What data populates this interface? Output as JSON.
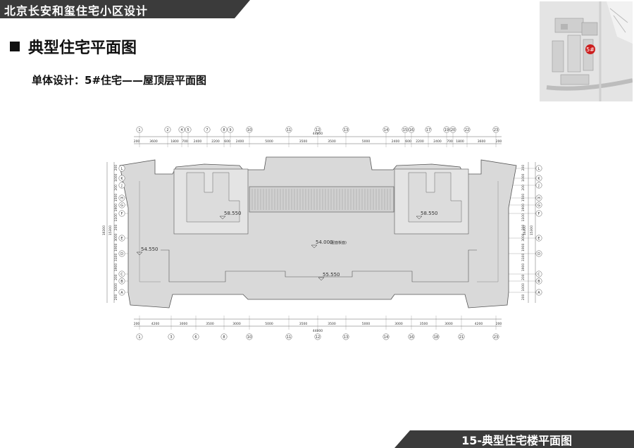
{
  "header": {
    "project_title": "北京长安和玺住宅小区设计"
  },
  "section": {
    "title": "典型住宅平面图"
  },
  "subtitle": "单体设计：5#住宅——屋顶层平面图",
  "keyplan": {
    "marker_label": "5#",
    "marker_color": "#cc1f1f"
  },
  "plan": {
    "axes_top": [
      "1",
      "2",
      "4",
      "5",
      "7",
      "8",
      "9",
      "10",
      "11",
      "12",
      "13",
      "14",
      "15",
      "16",
      "17",
      "19",
      "20",
      "22",
      "23"
    ],
    "axes_bottom": [
      "1",
      "3",
      "6",
      "8",
      "10",
      "11",
      "12",
      "13",
      "14",
      "16",
      "18",
      "21",
      "23"
    ],
    "axes_side": [
      "L",
      "K",
      "J",
      "H",
      "G",
      "F",
      "E",
      "D",
      "C",
      "B",
      "A"
    ],
    "dims_top": [
      "200",
      "3600",
      "1800",
      "700",
      "2400",
      "2200",
      "600",
      "2400",
      "5000",
      "3500",
      "3500",
      "5000",
      "2400",
      "600",
      "2200",
      "2400",
      "700",
      "1800",
      "3600",
      "200"
    ],
    "dims_bottom": [
      "200",
      "4200",
      "3000",
      "3500",
      "3000",
      "5000",
      "3500",
      "3500",
      "5000",
      "3000",
      "3500",
      "3000",
      "4200",
      "200"
    ],
    "overall_width": "44800",
    "side_dims_left": [
      "200",
      "1000",
      "200",
      "1500",
      "1900",
      "1100",
      "200",
      "3000",
      "1900",
      "3100",
      "1900",
      "200",
      "1000",
      "200"
    ],
    "side_dims_right": [
      "200",
      "1000",
      "200",
      "1500",
      "1900",
      "1100",
      "200",
      "3000",
      "1900",
      "3100",
      "1900",
      "200",
      "1000",
      "200"
    ],
    "overall_depth_outer": "16300",
    "overall_depth_inner": "15300",
    "elevations": {
      "left_tower": "58.550",
      "right_tower": "58.550",
      "roof_main": "54.000",
      "roof_main_note": "(屋面板面)",
      "roof_left": "54.550",
      "roof_lower": "55.550"
    }
  },
  "footer": {
    "page_title": "15-典型住宅楼平面图"
  },
  "colors": {
    "banner": "#3b3b3b",
    "roof_fill": "#d8d8d8",
    "line": "#555555"
  }
}
